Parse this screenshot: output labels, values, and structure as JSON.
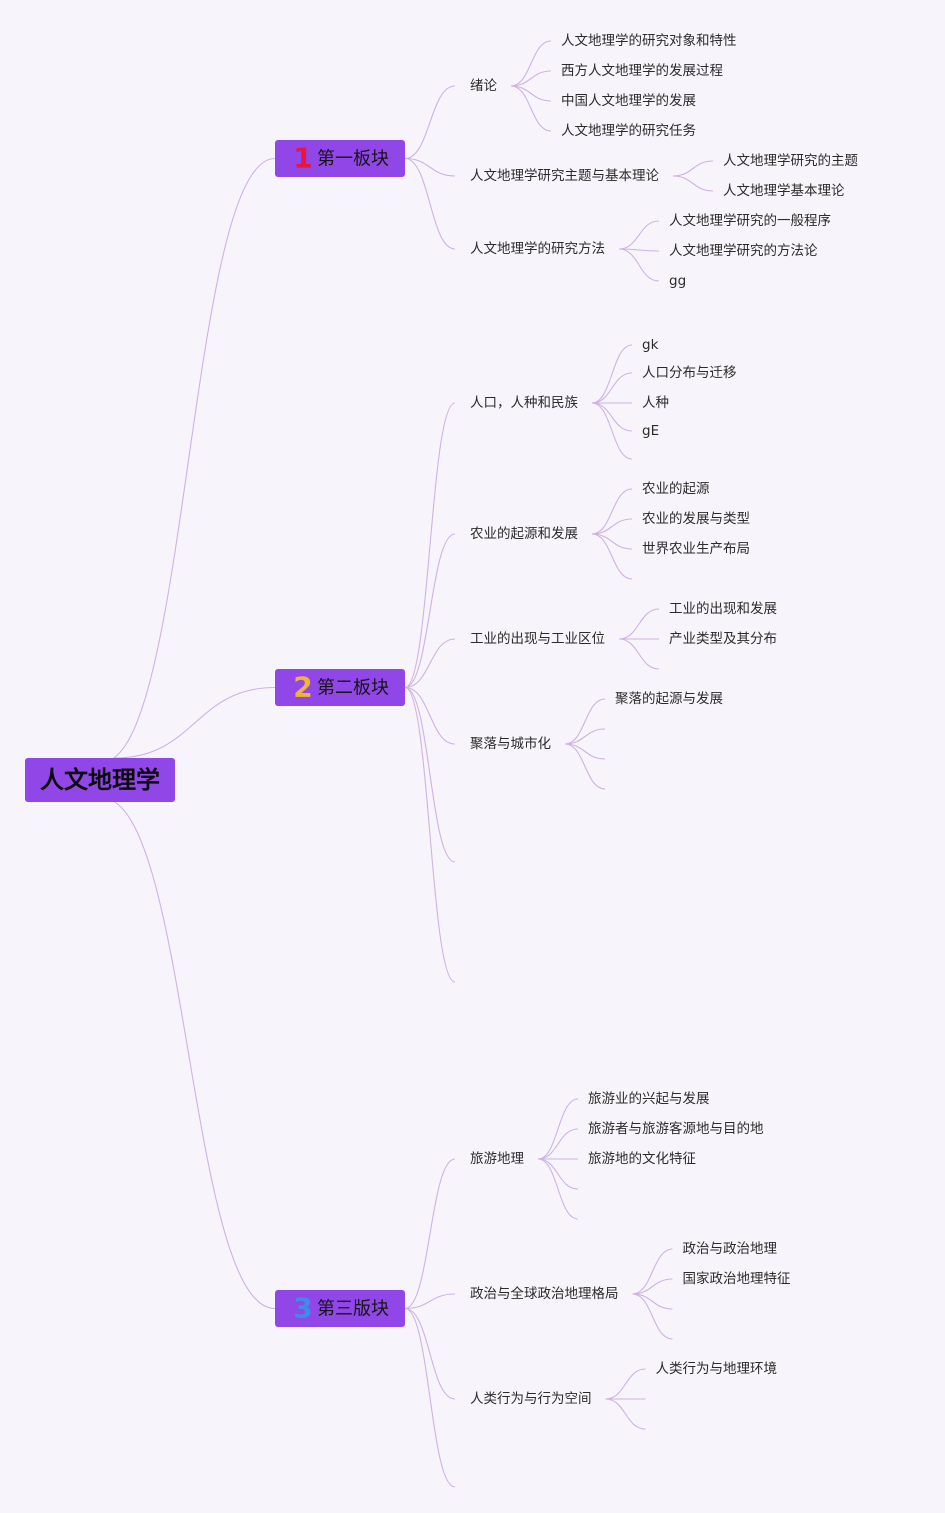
{
  "root": {
    "label": "人文地理学"
  },
  "theme": {
    "node_fill": "#9146e8",
    "edge_color": "#cdb3e3",
    "background": "#f8f4fb"
  },
  "branches": [
    {
      "label": "第一板块",
      "badge": "1",
      "badge_color": "#e6163f",
      "children": [
        {
          "label": "绪论",
          "children": [
            "人文地理学的研究对象和特性",
            "西方人文地理学的发展过程",
            "中国人文地理学的发展",
            "人文地理学的研究任务"
          ]
        },
        {
          "label": "人文地理学研究主题与基本理论",
          "children": [
            "人文地理学研究的主题",
            "人文地理学基本理论"
          ]
        },
        {
          "label": "人文地理学的研究方法",
          "children": [
            "人文地理学研究的一般程序",
            "人文地理学研究的方法论",
            "gg"
          ]
        }
      ]
    },
    {
      "label": "第二板块",
      "badge": "2",
      "badge_color": "#f2b531",
      "children": [
        {
          "label": "人口，人种和民族",
          "children": [
            "gk",
            "人口分布与迁移",
            "人种",
            "gE",
            ""
          ]
        },
        {
          "label": "农业的起源和发展",
          "children": [
            "农业的起源",
            "农业的发展与类型",
            "世界农业生产布局",
            ""
          ]
        },
        {
          "label": "工业的出现与工业区位",
          "children": [
            "工业的出现和发展",
            "产业类型及其分布",
            ""
          ]
        },
        {
          "label": "聚落与城市化",
          "children": [
            "聚落的起源与发展",
            "",
            "",
            ""
          ]
        },
        {
          "label": "",
          "children": []
        },
        {
          "label": "",
          "children": []
        }
      ]
    },
    {
      "label": "第三版块",
      "badge": "3",
      "badge_color": "#3a8ee6",
      "children": [
        {
          "label": "旅游地理",
          "children": [
            "旅游业的兴起与发展",
            "旅游者与旅游客源地与目的地",
            "旅游地的文化特征",
            "",
            ""
          ]
        },
        {
          "label": "政治与全球政治地理格局",
          "children": [
            "政治与政治地理",
            "国家政治地理特征",
            "",
            ""
          ]
        },
        {
          "label": "人类行为与行为空间",
          "children": [
            "人类行为与地理环境",
            "",
            ""
          ]
        },
        {
          "label": "",
          "children": []
        }
      ]
    }
  ]
}
